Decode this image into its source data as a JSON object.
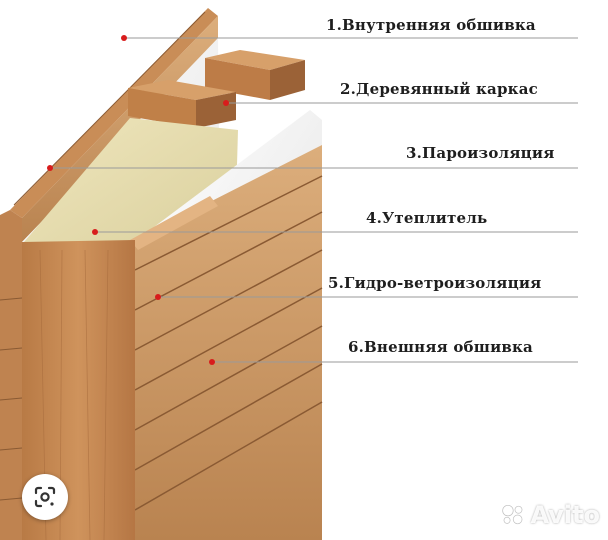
{
  "diagram": {
    "layers": [
      {
        "id": "inner",
        "label": "1.Внутренняя обшивка"
      },
      {
        "id": "frame",
        "label": "2.Деревянный каркас"
      },
      {
        "id": "vapor",
        "label": "3.Пароизоляция"
      },
      {
        "id": "insulation",
        "label": "4.Утеплитель"
      },
      {
        "id": "wind",
        "label": "5.Гидро-ветроизоляция"
      },
      {
        "id": "outer",
        "label": "6.Внешняя обшивка"
      }
    ],
    "colors": {
      "wood": "#c58b55",
      "wood_dark": "#8a5a33",
      "wood_light": "#e0b07e",
      "membrane": "#f2f2f2",
      "insulation": "#e6ddb0",
      "leader": "#9a9a9a",
      "dot": "#d81c1c"
    }
  },
  "watermark": {
    "text": "Avito",
    "icon": "avito-logo-icon"
  },
  "lens": {
    "icon": "google-lens-icon"
  }
}
